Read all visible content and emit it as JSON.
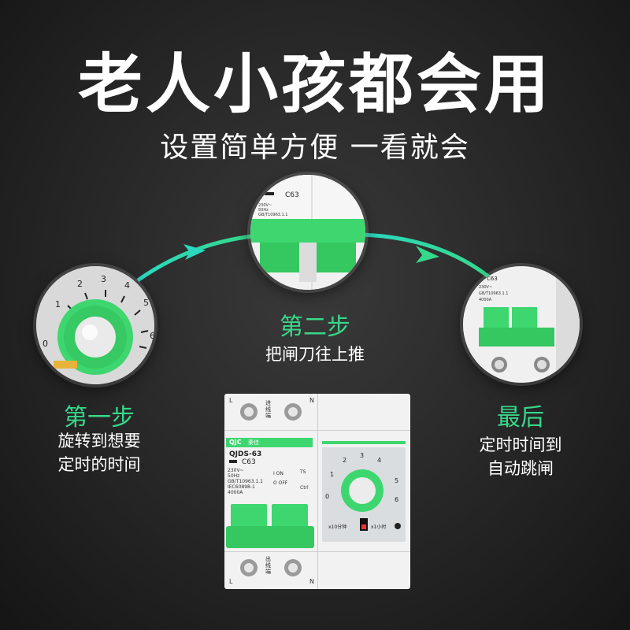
{
  "headline": "老人小孩都会用",
  "subline": "设置简单方便 一看就会",
  "steps": [
    {
      "title": "第一步",
      "desc_lines": [
        "旋转到想要",
        "定时的时间"
      ]
    },
    {
      "title": "第二步",
      "desc_lines": [
        "把闸刀往上推"
      ]
    },
    {
      "title": "最后",
      "desc_lines": [
        "定时时间到",
        "自动跳闸"
      ]
    }
  ],
  "device": {
    "brand": "QJC",
    "brand_cn": "秦佳",
    "model": "QJDS-63",
    "rating": "C63",
    "spec_lines": [
      "230V~",
      "50Hz",
      "GB/T10963.1.1",
      "IEC60898-1",
      "4000A"
    ],
    "top_label": "进线端",
    "bottom_label": "出线端",
    "terminal_l": "L",
    "terminal_n": "N",
    "on_label": "I ON",
    "off_label": "O OFF",
    "ctrl_label": "Ctrl",
    "ts_label": "TS",
    "dial_numbers": [
      "1",
      "2",
      "3",
      "4",
      "5",
      "6",
      "0"
    ],
    "range_low": "x10分钟",
    "range_high": "x1小时"
  },
  "colors": {
    "accent_green": "#36d889",
    "handle_green": "#3ed66f",
    "device_body": "#f2f2f2"
  }
}
